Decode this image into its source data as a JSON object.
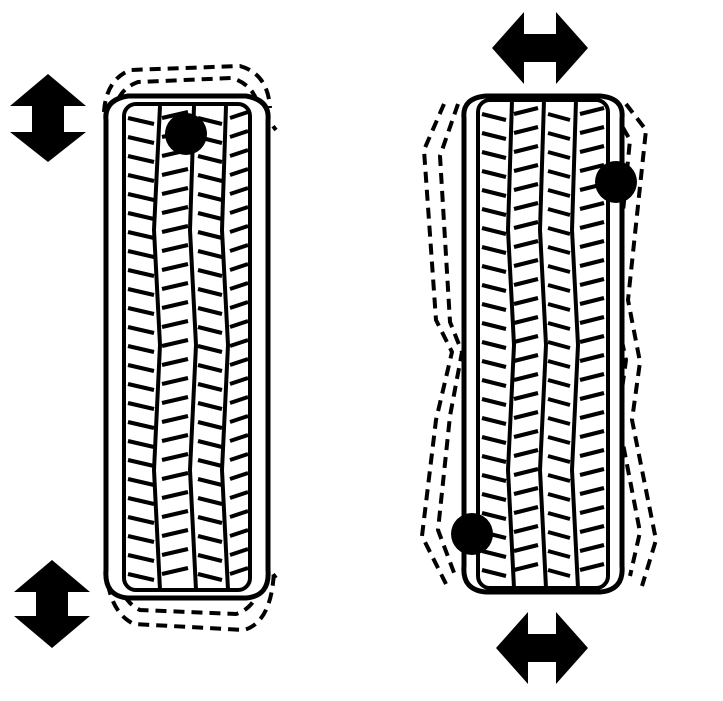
{
  "diagram": {
    "figures": [
      {
        "id": "static-imbalance",
        "arrow_direction": "vertical",
        "weight_count": 1
      },
      {
        "id": "dynamic-imbalance",
        "arrow_direction": "horizontal",
        "weight_count": 2
      }
    ]
  },
  "icons": {
    "arrow_vertical": "double-arrow-vertical-icon",
    "arrow_horizontal": "double-arrow-horizontal-icon",
    "weight": "weight-dot-icon"
  },
  "colors": {
    "ink": "#000000",
    "paper": "#ffffff"
  }
}
